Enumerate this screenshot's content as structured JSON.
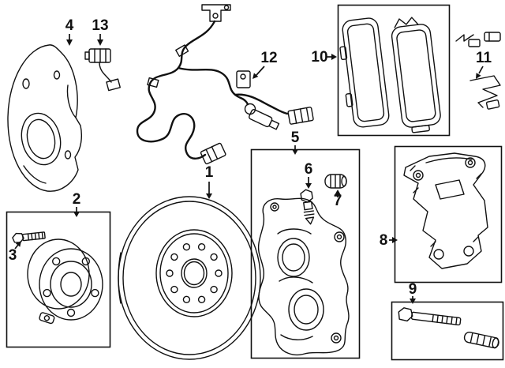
{
  "page": {
    "background": "#ffffff",
    "line_color": "#111111"
  },
  "diagram": {
    "callouts": [
      {
        "label": "1"
      },
      {
        "label": "2"
      },
      {
        "label": "3"
      },
      {
        "label": "4"
      },
      {
        "label": "5"
      },
      {
        "label": "6"
      },
      {
        "label": "7"
      },
      {
        "label": "8"
      },
      {
        "label": "9"
      },
      {
        "label": "10"
      },
      {
        "label": "11"
      },
      {
        "label": "12"
      },
      {
        "label": "13"
      }
    ]
  }
}
